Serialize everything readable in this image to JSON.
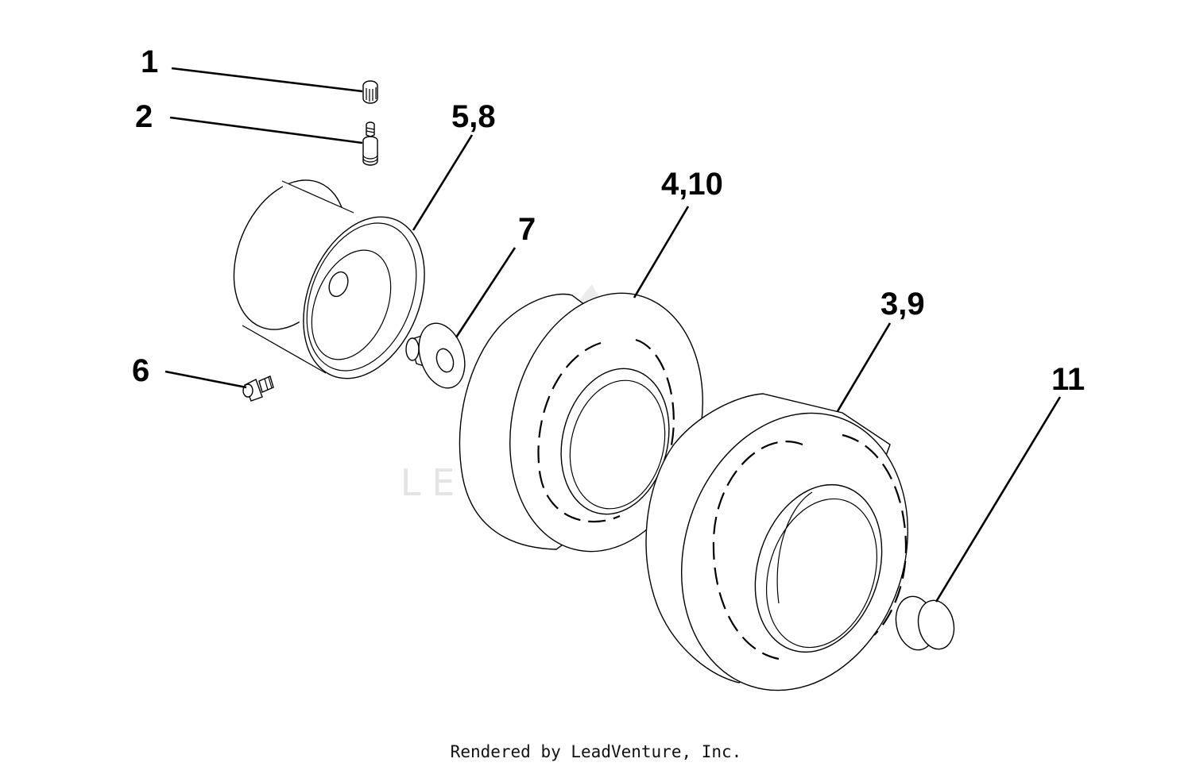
{
  "diagram": {
    "callouts": {
      "c1": "1",
      "c2": "2",
      "c58": "5,8",
      "c410": "4,10",
      "c7": "7",
      "c39": "3,9",
      "c6": "6",
      "c11": "11"
    },
    "watermark": "LEADVENTURE"
  },
  "footer": {
    "credit": "Rendered by LeadVenture, Inc."
  }
}
